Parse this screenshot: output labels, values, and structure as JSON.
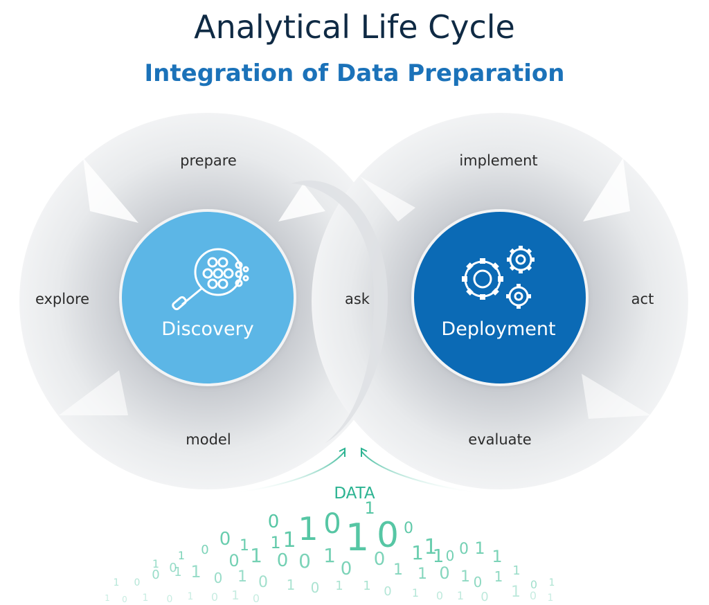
{
  "title": "Analytical Life Cycle",
  "subtitle": "Integration of Data Preparation",
  "discovery": {
    "label": "Discovery",
    "stages": {
      "prepare": "prepare",
      "explore": "explore",
      "model": "model",
      "ask": "ask"
    }
  },
  "deployment": {
    "label": "Deployment",
    "stages": {
      "implement": "implement",
      "act": "act",
      "evaluate": "evaluate"
    }
  },
  "data_label": "DATA",
  "colors": {
    "title": "#0f2a44",
    "subtitle": "#1b72b9",
    "discovery_hub": "#5cb6e6",
    "deployment_hub": "#0b6ab5",
    "data_green": "#2bb391"
  },
  "icons": {
    "discovery": "magnifier-dots-icon",
    "deployment": "gears-icon"
  }
}
